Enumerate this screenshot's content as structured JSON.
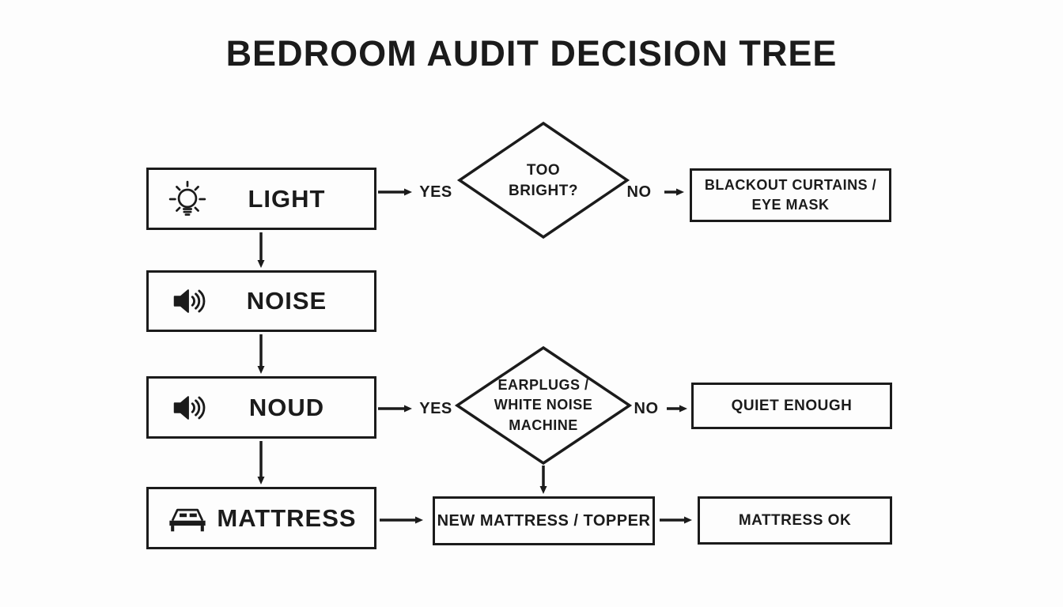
{
  "title": "BEDROOM AUDIT DECISION TREE",
  "colors": {
    "ink": "#1b1b1b",
    "background": "#fdfdfd"
  },
  "nodes": {
    "light": {
      "label": "LIGHT",
      "icon": "lightbulb-icon"
    },
    "noise": {
      "label": "NOISE",
      "icon": "speaker-icon"
    },
    "noud": {
      "label": "NOUD",
      "icon": "speaker-icon"
    },
    "mattress": {
      "label": "MATTRESS",
      "icon": "bed-icon"
    },
    "too_bright": {
      "label": "TOO\nBRIGHT?"
    },
    "earplugs": {
      "label": "EARPLUGS /\nWHITE NOISE\nMACHINE"
    },
    "blackout": {
      "label": "BLACKOUT CURTAINS /\nEYE MASK"
    },
    "quiet_enough": {
      "label": "QUIET ENOUGH"
    },
    "new_mattress_topper": {
      "label": "NEW MATTRESS / TOPPER"
    },
    "mattress_ok": {
      "label": "MATTRESS OK"
    }
  },
  "edge_labels": {
    "light_yes": "YES",
    "light_no": "NO",
    "noud_yes": "YES",
    "noud_no": "NO"
  }
}
